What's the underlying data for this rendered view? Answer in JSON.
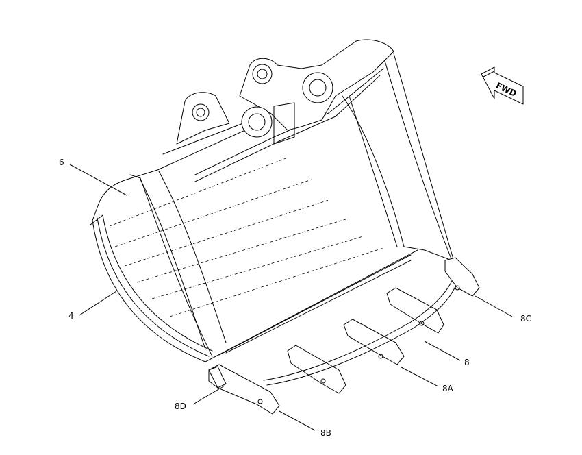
{
  "direction_arrow": {
    "label": "FWD"
  },
  "callouts": {
    "c6": "6",
    "c4": "4",
    "c8D": "8D",
    "c8B": "8B",
    "c8A": "8A",
    "c8": "8",
    "c8C": "8C"
  }
}
